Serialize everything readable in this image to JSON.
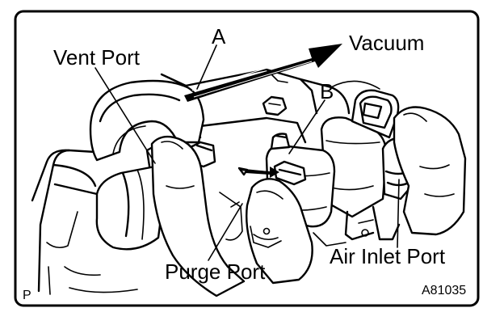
{
  "labels": {
    "a": "A",
    "vacuum": "Vacuum",
    "vent_port": "Vent Port",
    "b": "B",
    "purge_port": "Purge Port",
    "air_inlet_port": "Air Inlet Port",
    "corner_p": "P",
    "figure_id": "A81035"
  }
}
